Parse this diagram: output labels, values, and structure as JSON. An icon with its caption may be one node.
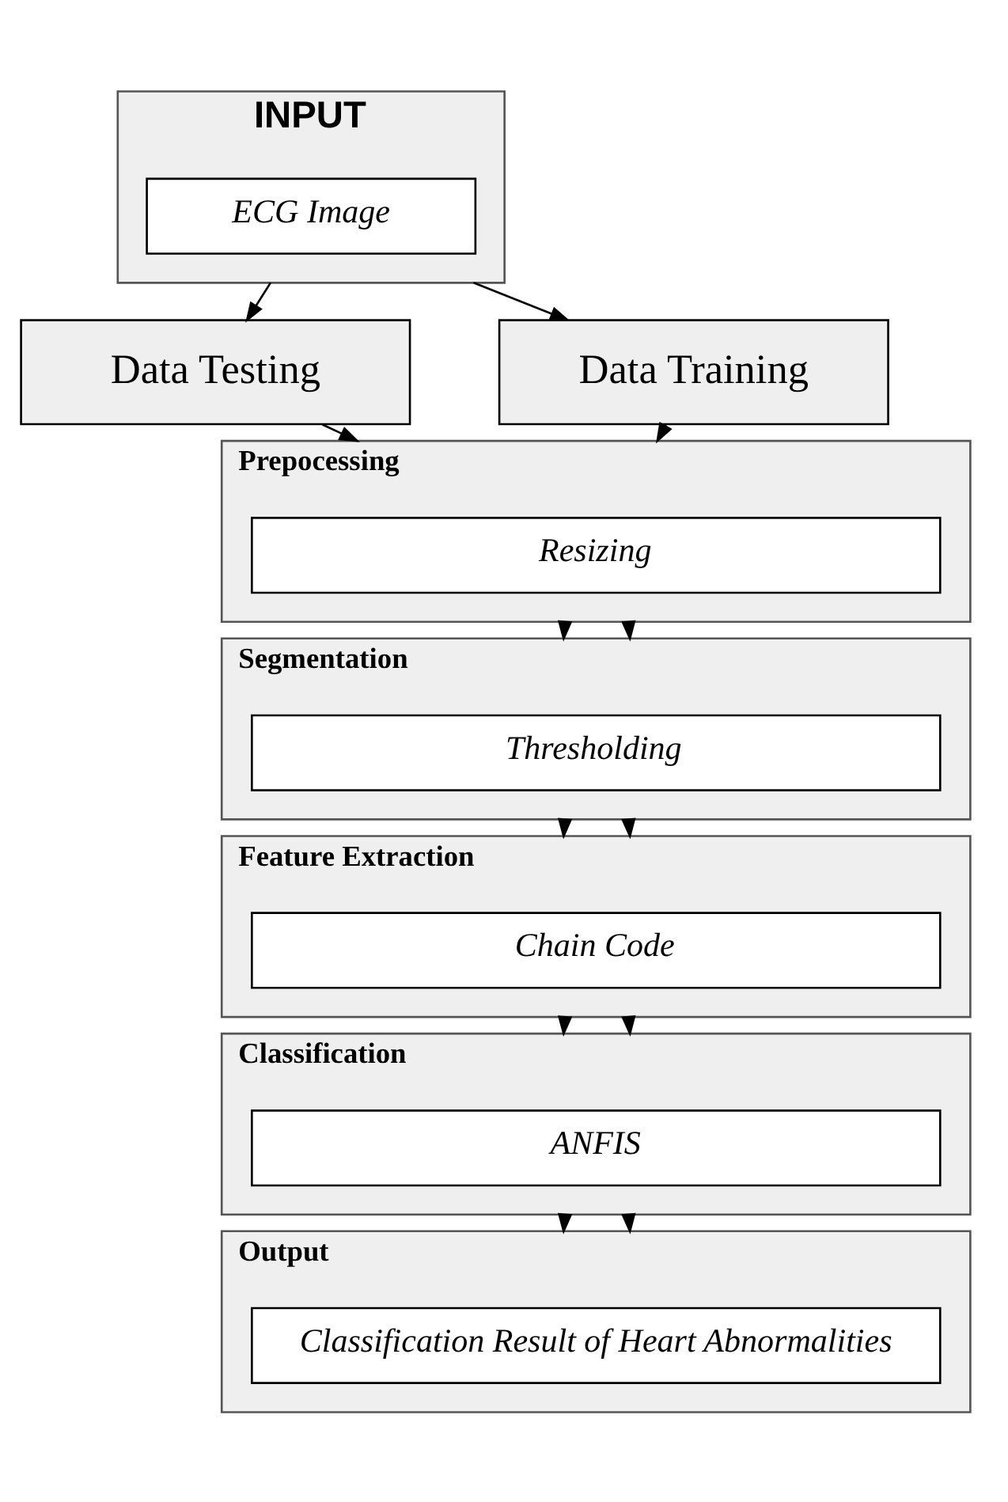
{
  "diagram": {
    "nodes": [
      {
        "text": [
          "INPUT"
        ]
      },
      {
        "text": [
          "ECG Image"
        ],
        "in": 0
      },
      {
        "text": [
          "Data Testing"
        ]
      },
      {
        "text": [
          "Data Training"
        ]
      },
      {
        "text": [
          "Prepocessing"
        ]
      },
      {
        "text": [
          "Resizing"
        ],
        "in": 4
      },
      {
        "text": [
          "Segmentation"
        ]
      },
      {
        "text": [
          "Thresholding"
        ],
        "in": 6
      },
      {
        "text": [
          "Feature Extraction"
        ]
      },
      {
        "text": [
          "Chain Code"
        ],
        "in": 8
      },
      {
        "text": [
          "Classification"
        ]
      },
      {
        "text": [
          "ANFIS"
        ],
        "in": 10
      },
      {
        "text": [
          "Output"
        ]
      },
      {
        "text": [
          "Classification Result of Heart Abnormalities"
        ],
        "in": 12
      }
    ],
    "edges": [
      {
        "from": 0,
        "to": 2,
        "arrow": "to"
      },
      {
        "from": 0,
        "to": 3,
        "arrow": "to"
      },
      {
        "from": 2,
        "to": 4,
        "arrow": "to"
      },
      {
        "from": 3,
        "to": 4,
        "arrow": "to"
      },
      {
        "from": 4,
        "to": 6,
        "arrow": "to"
      },
      {
        "from": 4,
        "to": 6,
        "arrow": "to"
      },
      {
        "from": 6,
        "to": 8,
        "arrow": "to"
      },
      {
        "from": 6,
        "to": 8,
        "arrow": "to"
      },
      {
        "from": 8,
        "to": 10,
        "arrow": "to"
      },
      {
        "from": 8,
        "to": 10,
        "arrow": "to"
      },
      {
        "from": 10,
        "to": 12,
        "arrow": "to"
      },
      {
        "from": 10,
        "to": 12,
        "arrow": "to"
      }
    ]
  }
}
